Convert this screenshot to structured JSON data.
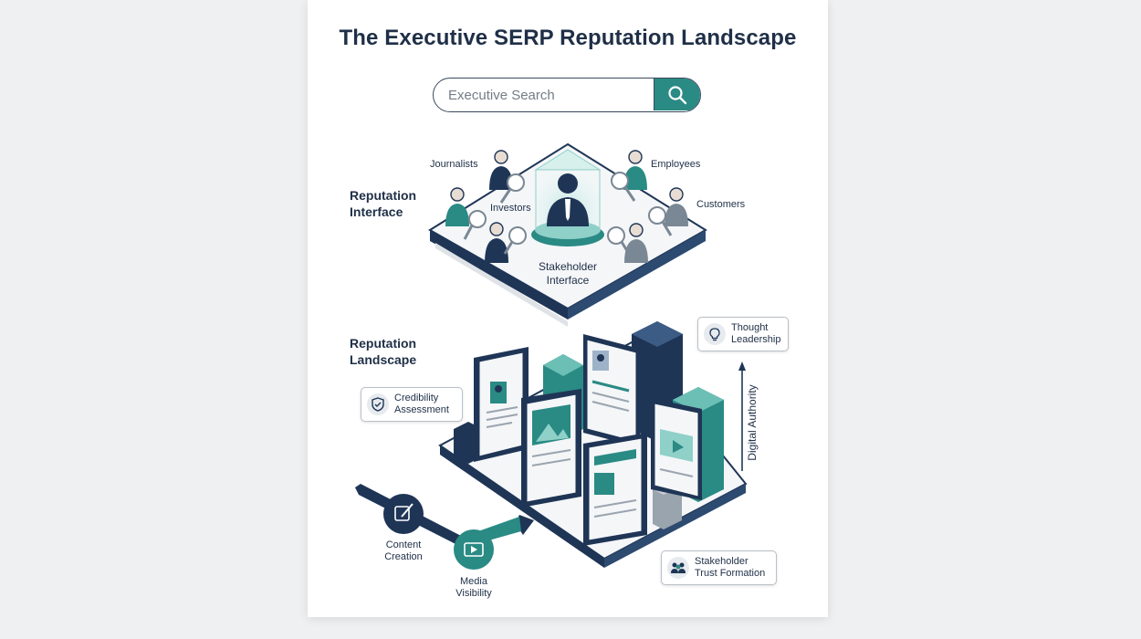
{
  "title": "The Executive SERP Reputation Landscape",
  "search": {
    "placeholder": "Executive Search"
  },
  "top_layer": {
    "section_label_line1": "Reputation",
    "section_label_line2": "Interface",
    "center_label_line1": "Stakeholder",
    "center_label_line2": "Interface",
    "stakeholders": [
      "Journalists",
      "Employees",
      "Investors",
      "Customers"
    ]
  },
  "bottom_layer": {
    "section_label_line1": "Reputation",
    "section_label_line2": "Landscape",
    "axis_label": "Digital Authority",
    "callouts": {
      "credibility": [
        "Credibility",
        "Assessment"
      ],
      "thought": [
        "Thought",
        "Leadership"
      ],
      "trust": [
        "Stakeholder",
        "Trust Formation"
      ]
    },
    "flow_steps": {
      "content": [
        "Content",
        "Creation"
      ],
      "media": [
        "Media",
        "Visibility"
      ]
    }
  },
  "colors": {
    "navy": "#1f3556",
    "teal": "#2a8a84",
    "light_teal": "#8fd0c8",
    "gray": "#c9cfd6"
  }
}
